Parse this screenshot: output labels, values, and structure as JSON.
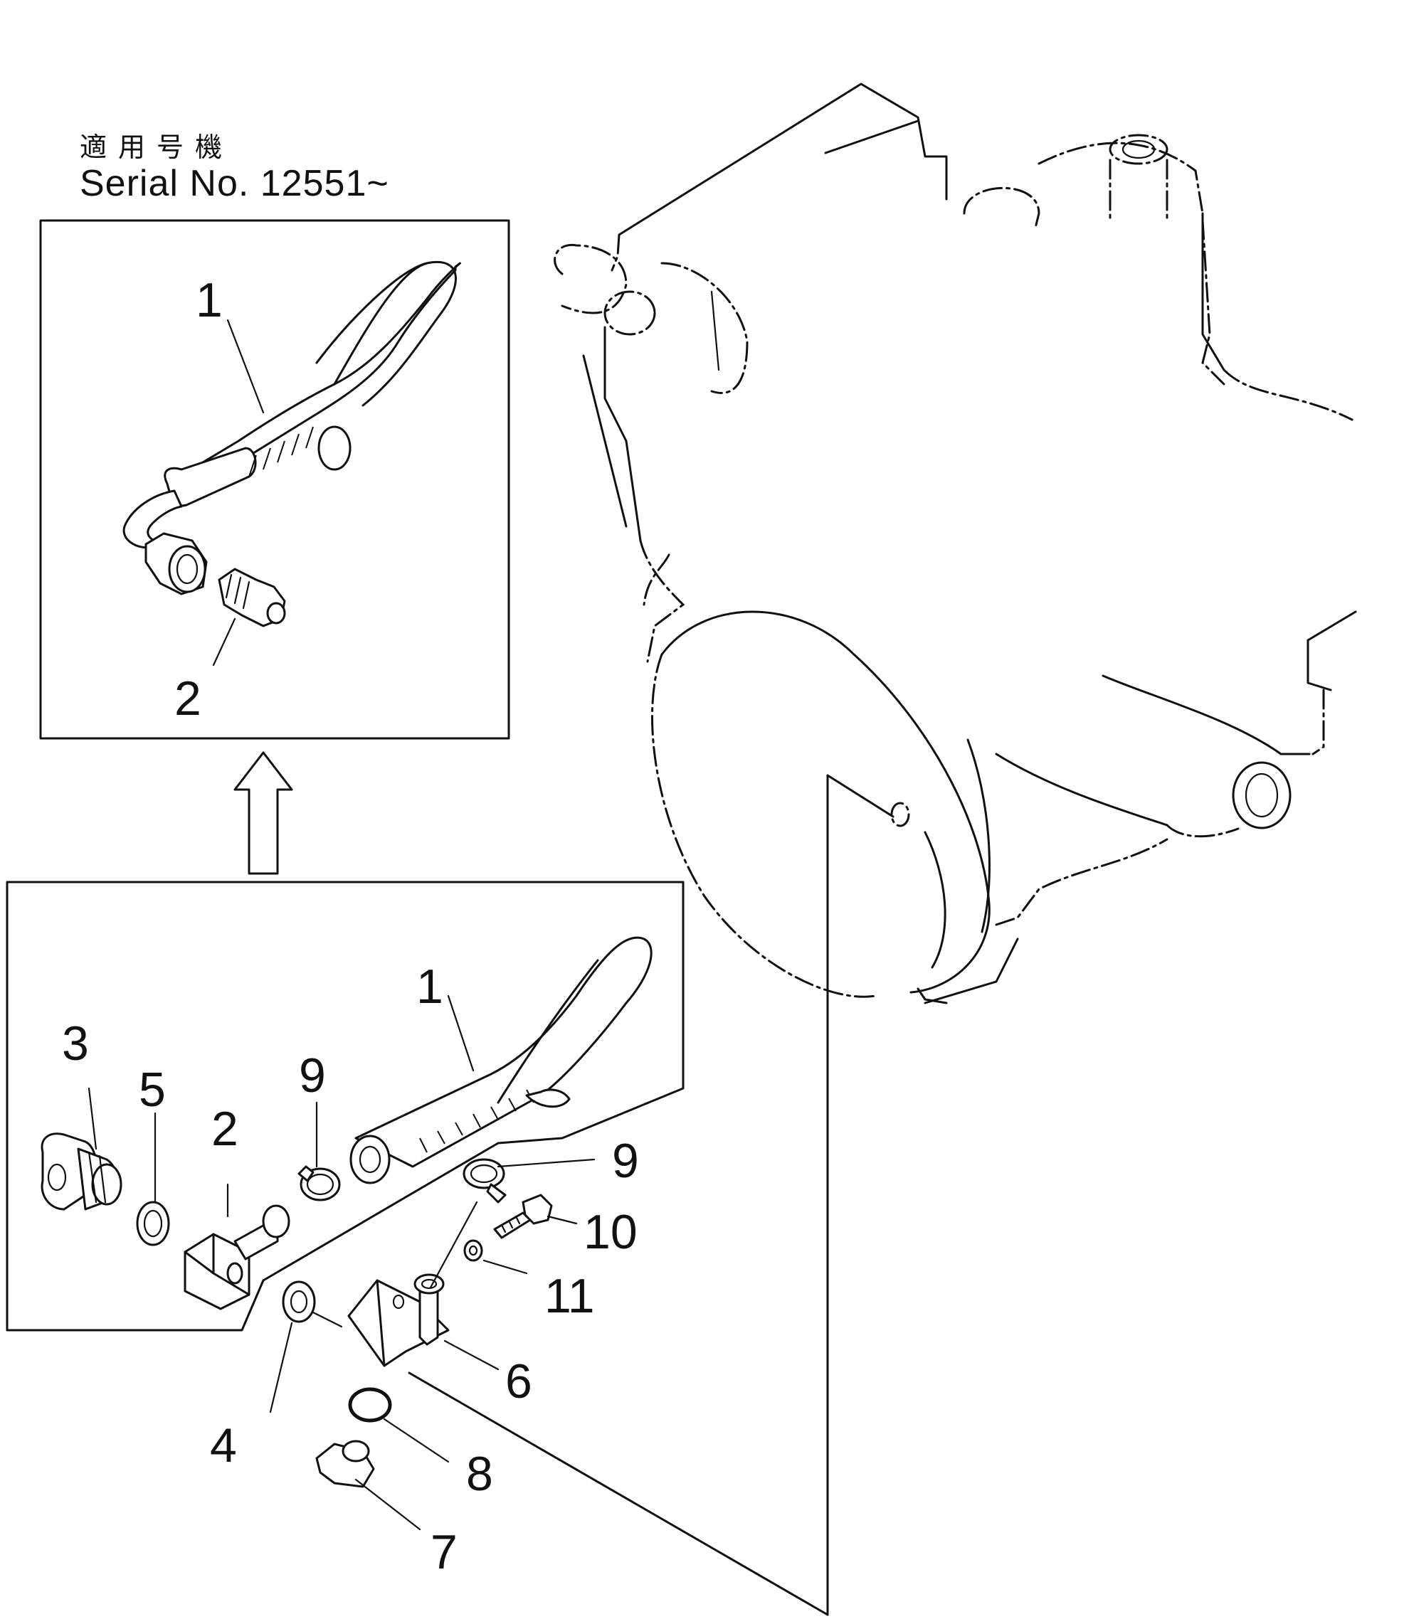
{
  "header": {
    "applicable_machine_jp": "適用号機",
    "serial_label": "Serial No. 12551~"
  },
  "upper_inset": {
    "callouts": [
      "1",
      "2"
    ]
  },
  "lower_inset": {
    "callouts": [
      "1",
      "3",
      "5",
      "2",
      "9",
      "9",
      "10",
      "11",
      "6",
      "4",
      "8",
      "7"
    ]
  },
  "colors": {
    "line": "#111111",
    "background": "#ffffff"
  }
}
